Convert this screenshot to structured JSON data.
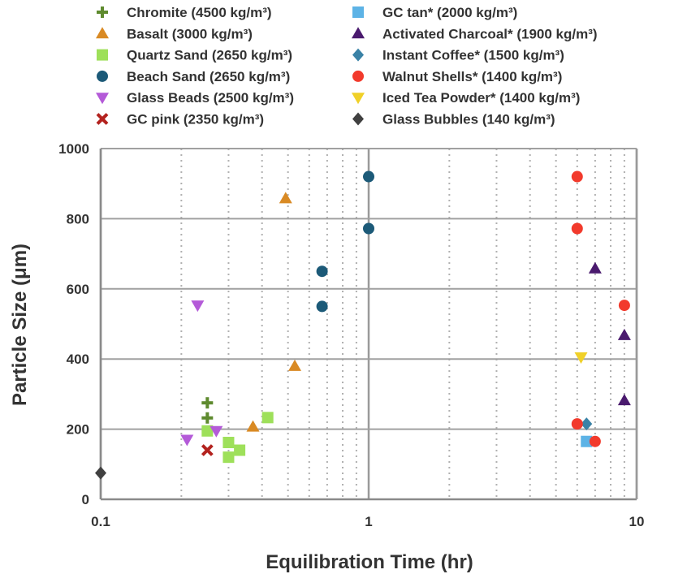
{
  "chart_data": {
    "type": "scatter",
    "xlabel": "Equilibration Time (hr)",
    "ylabel": "Particle Size (μm)",
    "xscale": "log",
    "xlim": [
      0.1,
      10
    ],
    "ylim": [
      0,
      1000
    ],
    "x_ticks": [
      {
        "value": 0.1,
        "label": "0.1"
      },
      {
        "value": 1,
        "label": "1"
      },
      {
        "value": 10,
        "label": "10"
      }
    ],
    "y_ticks": [
      {
        "value": 0,
        "label": "0"
      },
      {
        "value": 200,
        "label": "200"
      },
      {
        "value": 400,
        "label": "400"
      },
      {
        "value": 600,
        "label": "600"
      },
      {
        "value": 800,
        "label": "800"
      },
      {
        "value": 1000,
        "label": "1000"
      }
    ],
    "grid": true,
    "legend_position": "top",
    "series": [
      {
        "name": "Chromite (4500 kg/m³)",
        "marker": "plus",
        "color": "#5e8a2e",
        "points": [
          [
            0.25,
            275
          ],
          [
            0.25,
            232
          ]
        ]
      },
      {
        "name": "Basalt (3000 kg/m³)",
        "marker": "triangle-up",
        "color": "#d98a24",
        "points": [
          [
            0.49,
            858
          ],
          [
            0.53,
            380
          ],
          [
            0.37,
            207
          ]
        ]
      },
      {
        "name": "Quartz Sand (2650 kg/m³)",
        "marker": "square",
        "color": "#9ee05a",
        "points": [
          [
            0.25,
            195
          ],
          [
            0.3,
            162
          ],
          [
            0.33,
            140
          ],
          [
            0.3,
            120
          ],
          [
            0.42,
            233
          ]
        ]
      },
      {
        "name": "Beach Sand (2650 kg/m³)",
        "marker": "circle",
        "color": "#1c5a78",
        "points": [
          [
            1.0,
            920
          ],
          [
            1.0,
            772
          ],
          [
            0.67,
            650
          ],
          [
            0.67,
            550
          ]
        ]
      },
      {
        "name": "Glass Beads (2500 kg/m³)",
        "marker": "triangle-down",
        "color": "#b45ad8",
        "points": [
          [
            0.23,
            553
          ],
          [
            0.21,
            170
          ],
          [
            0.27,
            195
          ]
        ]
      },
      {
        "name": "GC pink (2350 kg/m³)",
        "marker": "x",
        "color": "#b3221e",
        "points": [
          [
            0.25,
            140
          ]
        ]
      },
      {
        "name": "GC tan* (2000 kg/m³)",
        "marker": "square",
        "color": "#5db3e6",
        "points": [
          [
            6.5,
            165
          ]
        ]
      },
      {
        "name": "Activated Charcoal* (1900 kg/m³)",
        "marker": "triangle-up",
        "color": "#4a1a6e",
        "points": [
          [
            7.0,
            658
          ],
          [
            9.0,
            468
          ],
          [
            9.0,
            282
          ]
        ]
      },
      {
        "name": "Instant Coffee* (1500 kg/m³)",
        "marker": "diamond",
        "color": "#3a82a6",
        "points": [
          [
            6.5,
            215
          ]
        ]
      },
      {
        "name": "Walnut Shells* (1400 kg/m³)",
        "marker": "circle",
        "color": "#f23a2c",
        "points": [
          [
            6.0,
            920
          ],
          [
            6.0,
            772
          ],
          [
            9.0,
            553
          ],
          [
            6.0,
            215
          ],
          [
            7.0,
            165
          ]
        ]
      },
      {
        "name": "Iced Tea Powder* (1400 kg/m³)",
        "marker": "triangle-down",
        "color": "#f0d028",
        "points": [
          [
            6.2,
            405
          ]
        ]
      },
      {
        "name": "Glass Bubbles (140 kg/m³)",
        "marker": "diamond",
        "color": "#404040",
        "points": [
          [
            0.1,
            75
          ]
        ]
      }
    ]
  }
}
